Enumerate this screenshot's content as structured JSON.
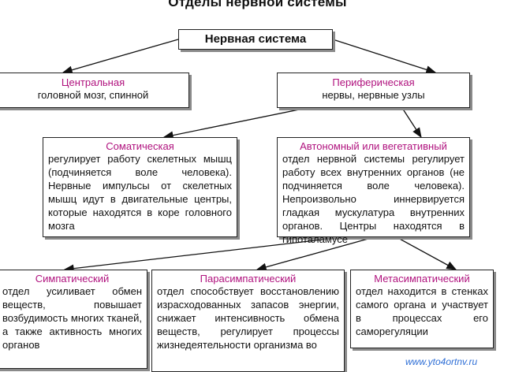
{
  "title": "Отделы нервной системы",
  "root": {
    "label": "Нервная система"
  },
  "central": {
    "header": "Центральная",
    "text": "головной мозг, спинной"
  },
  "peripheral": {
    "header": "Периферическая",
    "text": "нервы, нервные узлы"
  },
  "somatic": {
    "header": "Соматическая",
    "text": "регулирует работу скелетных мышц (подчиняется воле человека). Нервные импульсы от скелетных мышц идут в двигательные центры, которые находятся в коре головного мозга"
  },
  "autonomic": {
    "header": "Автономный или вегетативный",
    "text": "отдел нервной системы регулирует работу всех внутренних органов (не подчиняется воле человека). Непроизвольно иннервируется гладкая мускулатура внутренних органов. Центры находятся в гипоталамусе"
  },
  "sympathetic": {
    "header": "Симпатический",
    "text": "отдел усиливает обмен веществ, повышает возбудимость многих тканей, а также активность многих органов"
  },
  "parasympathetic": {
    "header": "Парасимпатический",
    "text": "отдел способствует восстановлению израсходованных запасов энергии, снижает интенсивность обмена веществ, регулирует процессы жизнедеятельности организма во"
  },
  "metasympathetic": {
    "header": "Метасимпатический",
    "text": "отдел находится в стенках самого органа и участвует в процессах его саморегуляции"
  },
  "watermark": "www.yto4ortnv.ru",
  "colors": {
    "header": "#b0127e",
    "border": "#222222",
    "shadow": "#8a8a8a"
  }
}
